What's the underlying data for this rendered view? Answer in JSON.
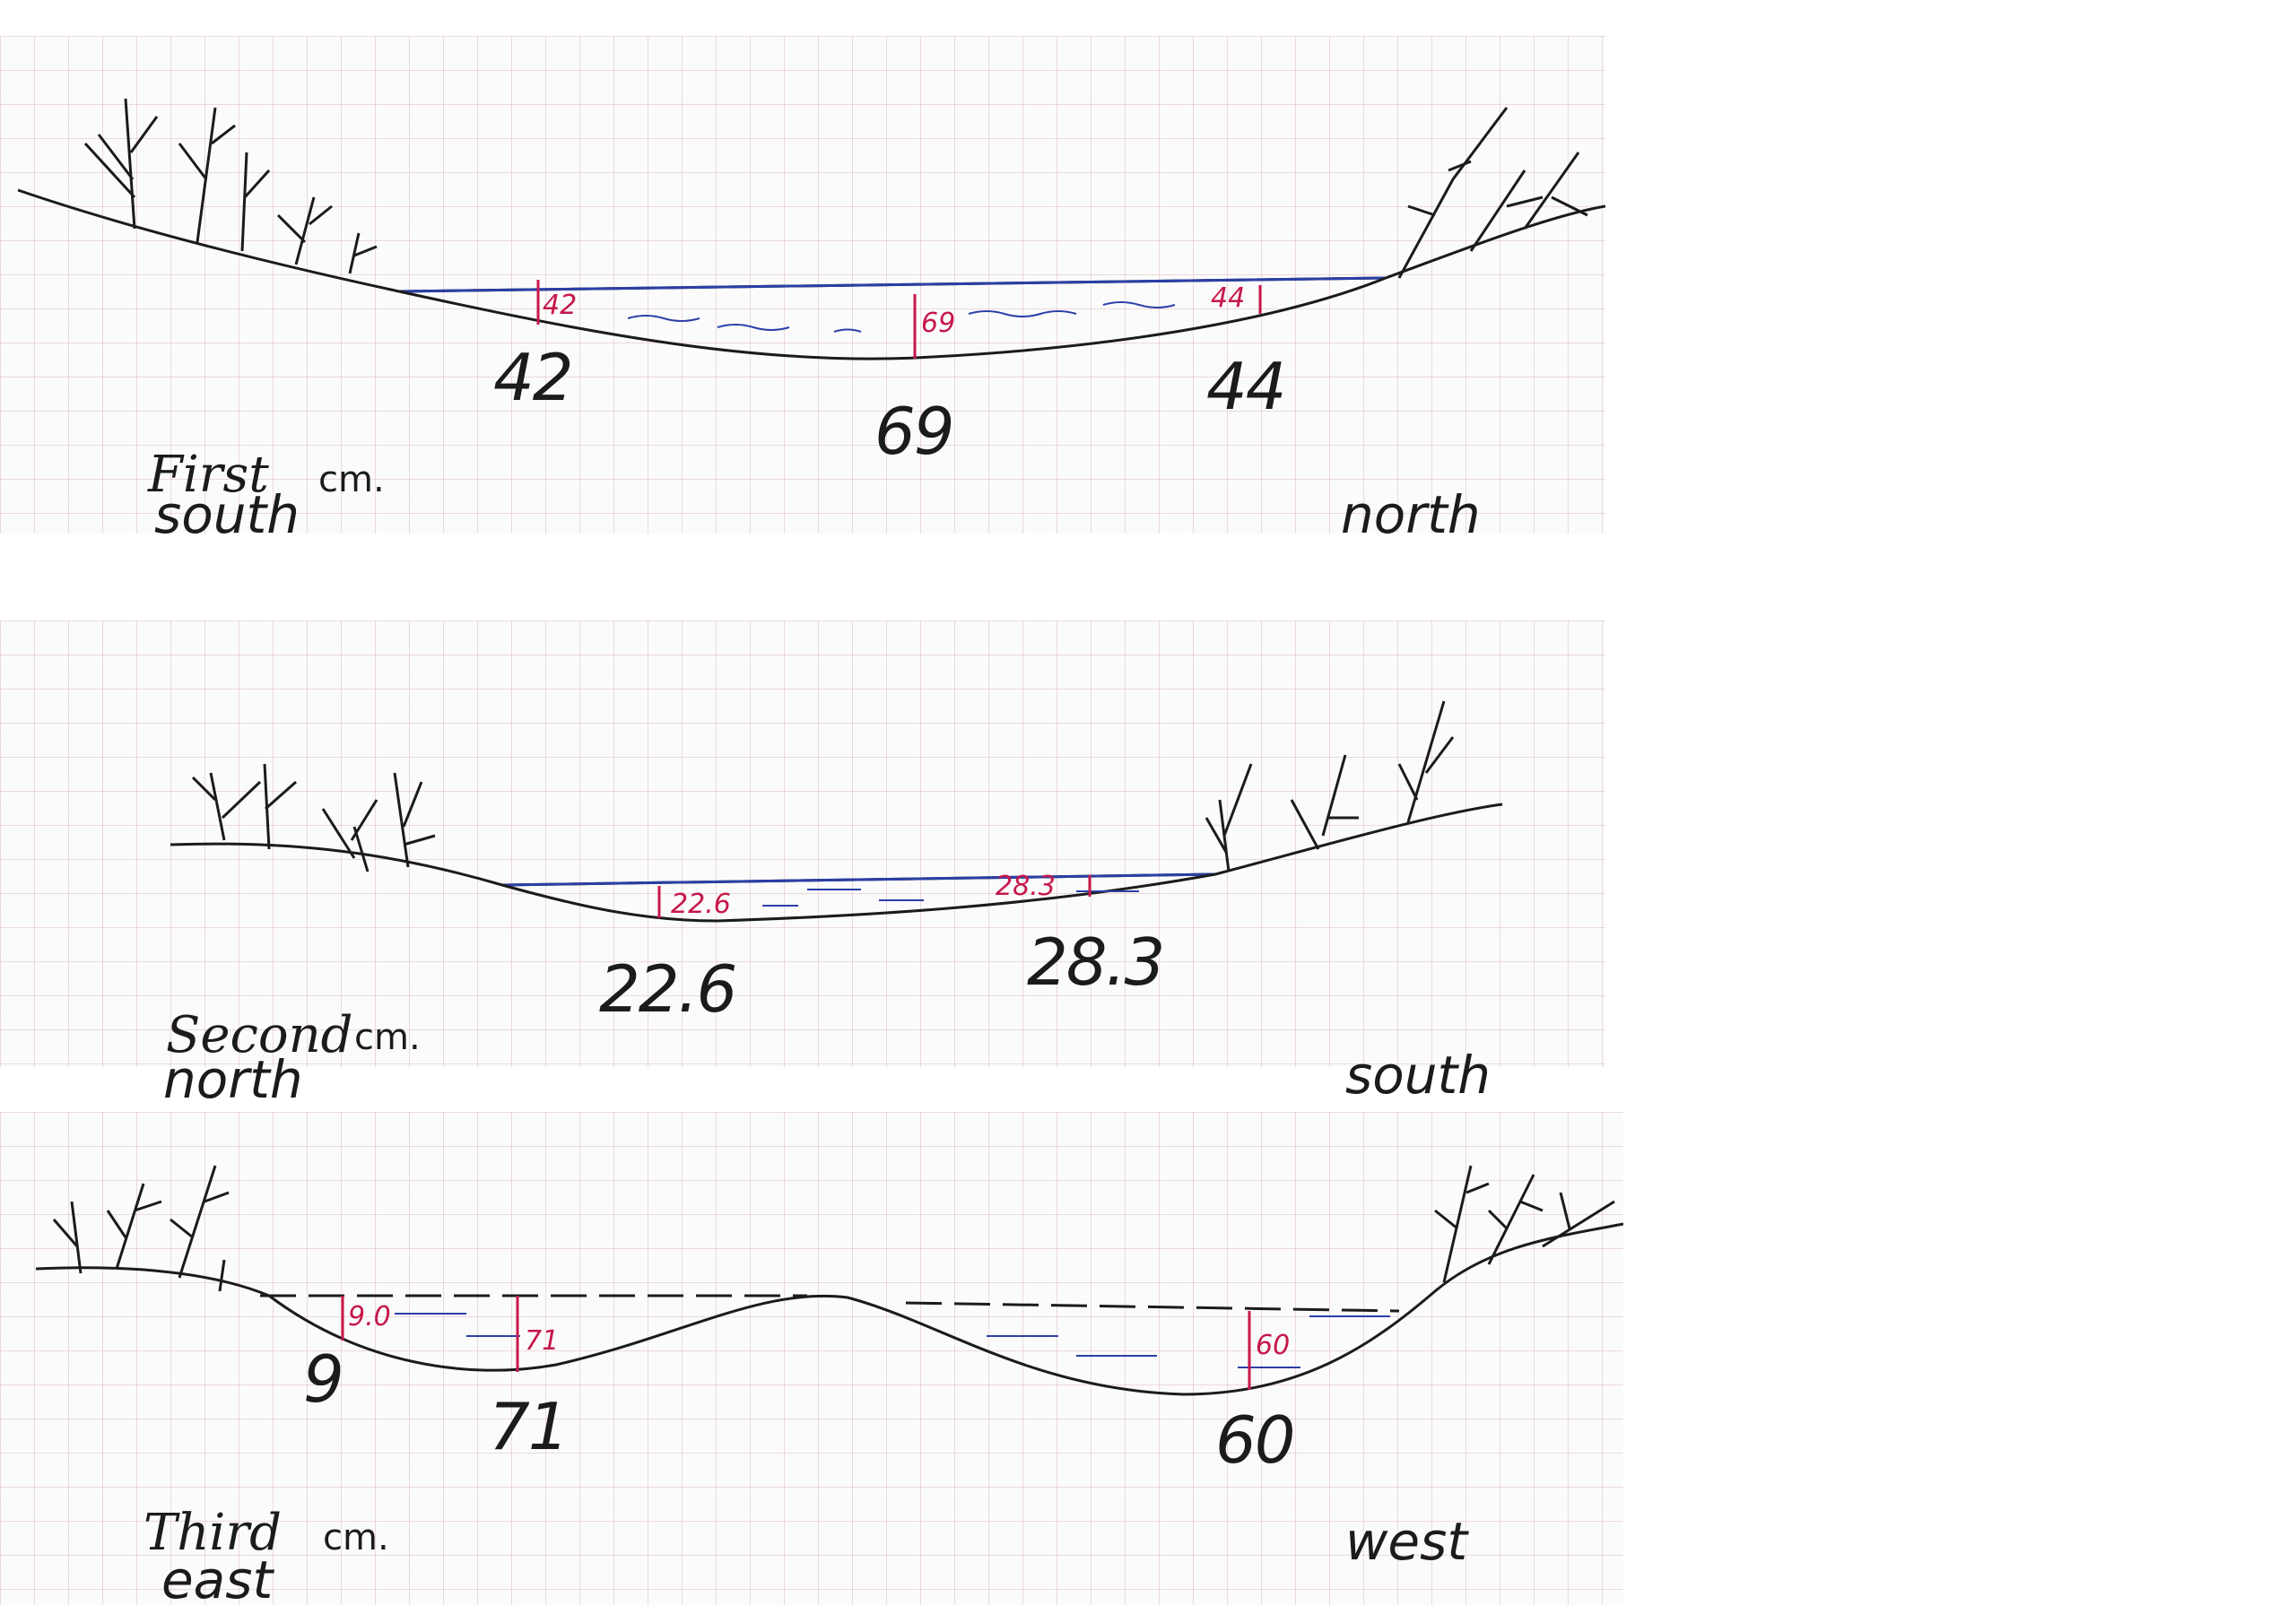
{
  "sections": [
    {
      "name": "First",
      "unit": "cm.",
      "left_bank": "south",
      "right_bank": "north",
      "depths": [
        "42",
        "69",
        "44"
      ],
      "annotations": [
        "42",
        "69",
        "44"
      ]
    },
    {
      "name": "Second",
      "unit": "cm.",
      "left_bank": "north",
      "right_bank": "south",
      "depths": [
        "22.6",
        "28.3"
      ],
      "annotations": [
        "22.6",
        "28.3"
      ]
    },
    {
      "name": "Third",
      "unit": "cm.",
      "left_bank": "east",
      "right_bank": "west",
      "depths": [
        "9",
        "71",
        "60"
      ],
      "annotations": [
        "9.0",
        "71",
        "60"
      ]
    }
  ],
  "colors": {
    "ink": "#1b1b1b",
    "measure": "#c6184b",
    "water": "#2b3fa6",
    "grid": "#c8828c"
  }
}
